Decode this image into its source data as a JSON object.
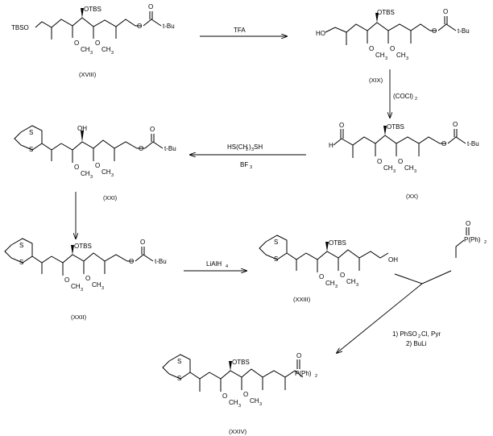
{
  "title": "Synthetic scheme: compounds (XVIII) to (XXIV)",
  "compounds": {
    "xviii": "(XVIII)",
    "xix": "(XIX)",
    "xx": "(XX)",
    "xxi": "(XXI)",
    "xxii": "(XXII)",
    "xxiii": "(XXIII)",
    "xxiv": "(XXIV)"
  },
  "atoms": {
    "tbso": "TBSO",
    "otbs": "OTBS",
    "ho": "HO",
    "oh": "OH",
    "h_ald": "H",
    "o": "O",
    "s": "S",
    "tbu": "t-Bu",
    "ch3": "CH",
    "sub3": "3",
    "p_ph2": "P(Ph)",
    "sub2": "2"
  },
  "reagents": {
    "step1": "TFA",
    "step2_a": "(COCl)",
    "step2_sub": "2",
    "step3_a": "HS(CH",
    "step3_sub": "2",
    "step3_b": ")",
    "step3_sub2": "3",
    "step3_c": "SH",
    "step3_lewis": "BF",
    "step3_lewis_sub": "3",
    "step5_a": "LiAlH",
    "step5_sub": "4",
    "step6_line1_a": "1) PhSO",
    "step6_line1_sub": "2",
    "step6_line1_b": "Cl, Pyr",
    "step6_line2": "2) BuLi"
  }
}
